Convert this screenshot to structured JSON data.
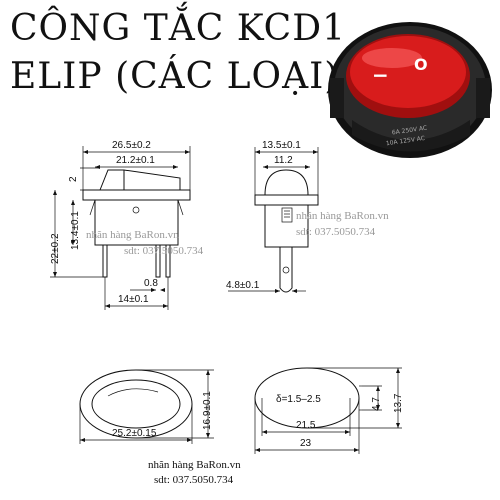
{
  "title": {
    "line1": "CÔNG TẮC KCD1",
    "line2": "ELIP (CÁC LOẠI)"
  },
  "dimensions": {
    "width_outer": "26.5±0.2",
    "width_inner": "21.2±0.1",
    "rocker_offset": "2",
    "body_height": "13.4±0.1",
    "total_height": "22±0.2",
    "pin_width": "0.8",
    "pin_spacing": "14±0.1",
    "side_width": "13.5±0.1",
    "side_inner": "11.2",
    "pin_offset": "4.8±0.1",
    "bezel_width": "25.2±0.15",
    "bezel_height": "16.9±0.1",
    "panel_thickness": "δ=1.5–2.5",
    "cutout_width": "21.5",
    "cutout_outer_width": "23",
    "cutout_small": "4.7",
    "cutout_height": "13.7"
  },
  "photo": {
    "rating_line1": "6A 250V AC",
    "rating_line2": "10A 125V AC",
    "symbol_on": "−",
    "symbol_off": "O",
    "colors": {
      "rocker": "#d81c1c",
      "body": "#1a1a1a"
    }
  },
  "watermarks": {
    "text1": "nhãn hàng BaRon.vn",
    "text2": "sdt: 037.5050.734",
    "text3": "nhãn hàng BaRon.vn",
    "text4": "sdt: 037.5050.734"
  },
  "footer": {
    "line1": "nhãn hàng BaRon.vn",
    "line2": "sdt: 037.5050.734"
  }
}
